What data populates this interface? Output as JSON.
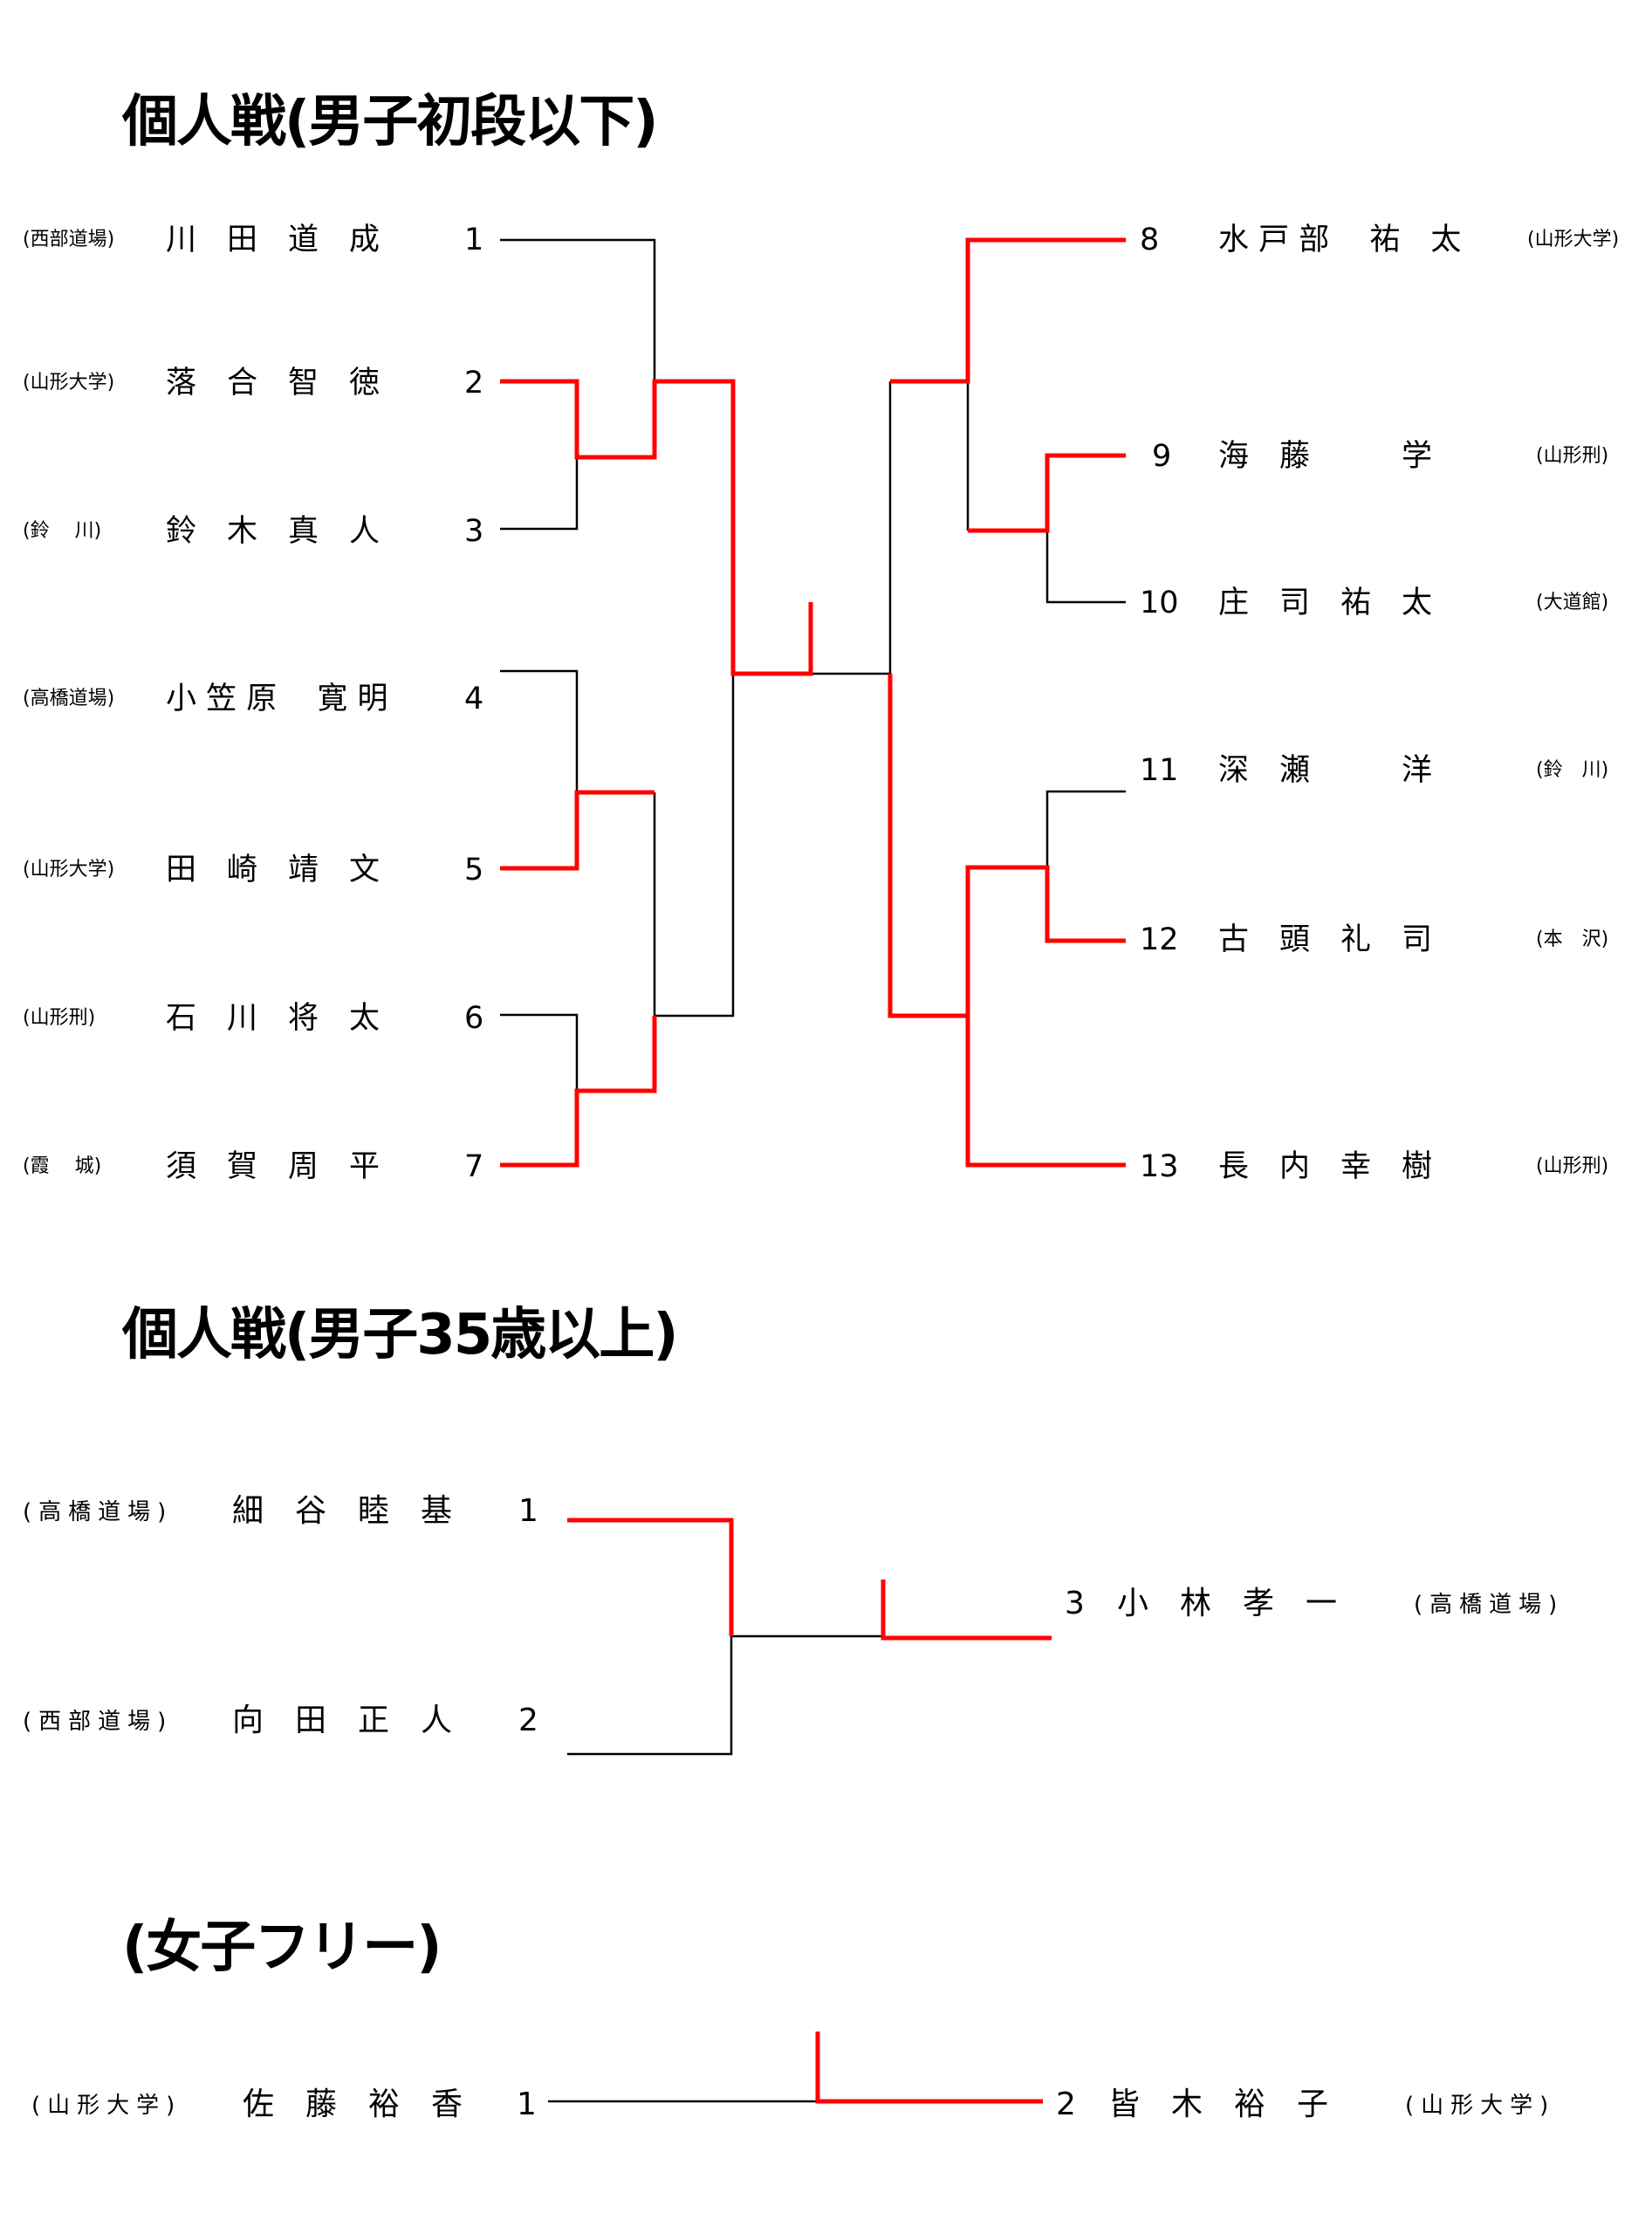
{
  "sections": [
    {
      "title": "個人戦(男子初段以下)",
      "left_players": [
        {
          "aff": "(西部道場)",
          "name": "川　田　道　成",
          "num": "1"
        },
        {
          "aff": "(山形大学)",
          "name": "落　合　智　徳",
          "num": "2"
        },
        {
          "aff": "(鈴　 川)",
          "name": "鈴　木　真　人",
          "num": "3"
        },
        {
          "aff": "(高橋道場)",
          "name": "小 笠 原　 寛 明",
          "num": "4"
        },
        {
          "aff": "(山形大学)",
          "name": "田　崎　靖　文",
          "num": "5"
        },
        {
          "aff": "(山形刑)",
          "name": "石　川　将　太",
          "num": "6"
        },
        {
          "aff": "(霞　 城)",
          "name": "須　賀　周　平",
          "num": "7"
        }
      ],
      "right_players": [
        {
          "num": "8",
          "name": "水 戸 部　 祐　太",
          "aff": "(山形大学)"
        },
        {
          "num": "9",
          "name": "海　藤　　　学",
          "aff": "(山形刑)"
        },
        {
          "num": "10",
          "name": "庄　司　祐　太",
          "aff": "(大道館)"
        },
        {
          "num": "11",
          "name": "深　瀬　　　洋",
          "aff": "(鈴　川)"
        },
        {
          "num": "12",
          "name": "古　頭　礼　司",
          "aff": "(本　沢)"
        },
        {
          "num": "13",
          "name": "長　内　幸　樹",
          "aff": "(山形刑)"
        }
      ]
    },
    {
      "title": "個人戦(男子35歳以上)",
      "left_players": [
        {
          "aff": "(高橋道場)",
          "name": "細　谷　睦　基",
          "num": "1"
        },
        {
          "aff": "(西部道場)",
          "name": "向　田　正　人",
          "num": "2"
        }
      ],
      "right_players": [
        {
          "num": "3",
          "name": "小　林　孝　一",
          "aff": "(高橋道場)"
        }
      ]
    },
    {
      "title": "(女子フリー)",
      "left_players": [
        {
          "aff": "(山形大学)",
          "name": "佐　藤　裕　香",
          "num": "1"
        }
      ],
      "right_players": [
        {
          "num": "2",
          "name": "皆　木　裕　子",
          "aff": "(山形大学)"
        }
      ]
    }
  ],
  "colors": {
    "winner_line": "#ff0000",
    "bracket_line": "#000000"
  }
}
